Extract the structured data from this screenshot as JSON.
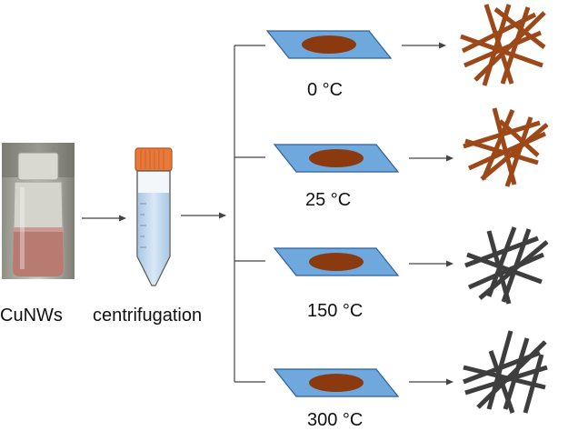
{
  "stages": {
    "vial": {
      "label": "CuNWs"
    },
    "tube": {
      "label": "centrifugation"
    }
  },
  "conditions": [
    {
      "temp": "0 °C",
      "wire_color": "#9c4818"
    },
    {
      "temp": "25 °C",
      "wire_color": "#9c4818"
    },
    {
      "temp": "150 °C",
      "wire_color": "#3e3e3e"
    },
    {
      "temp": "300 °C",
      "wire_color": "#3e3e3e"
    }
  ],
  "colors": {
    "substrate": "#6fa8dc",
    "substrate_edge": "#2e5f9a",
    "film": "#8b3a10",
    "cap": "#e8793a",
    "tube_liquid": "#c6dcf0",
    "vial_liquid": "#b87b72",
    "arrow": "#444444"
  }
}
